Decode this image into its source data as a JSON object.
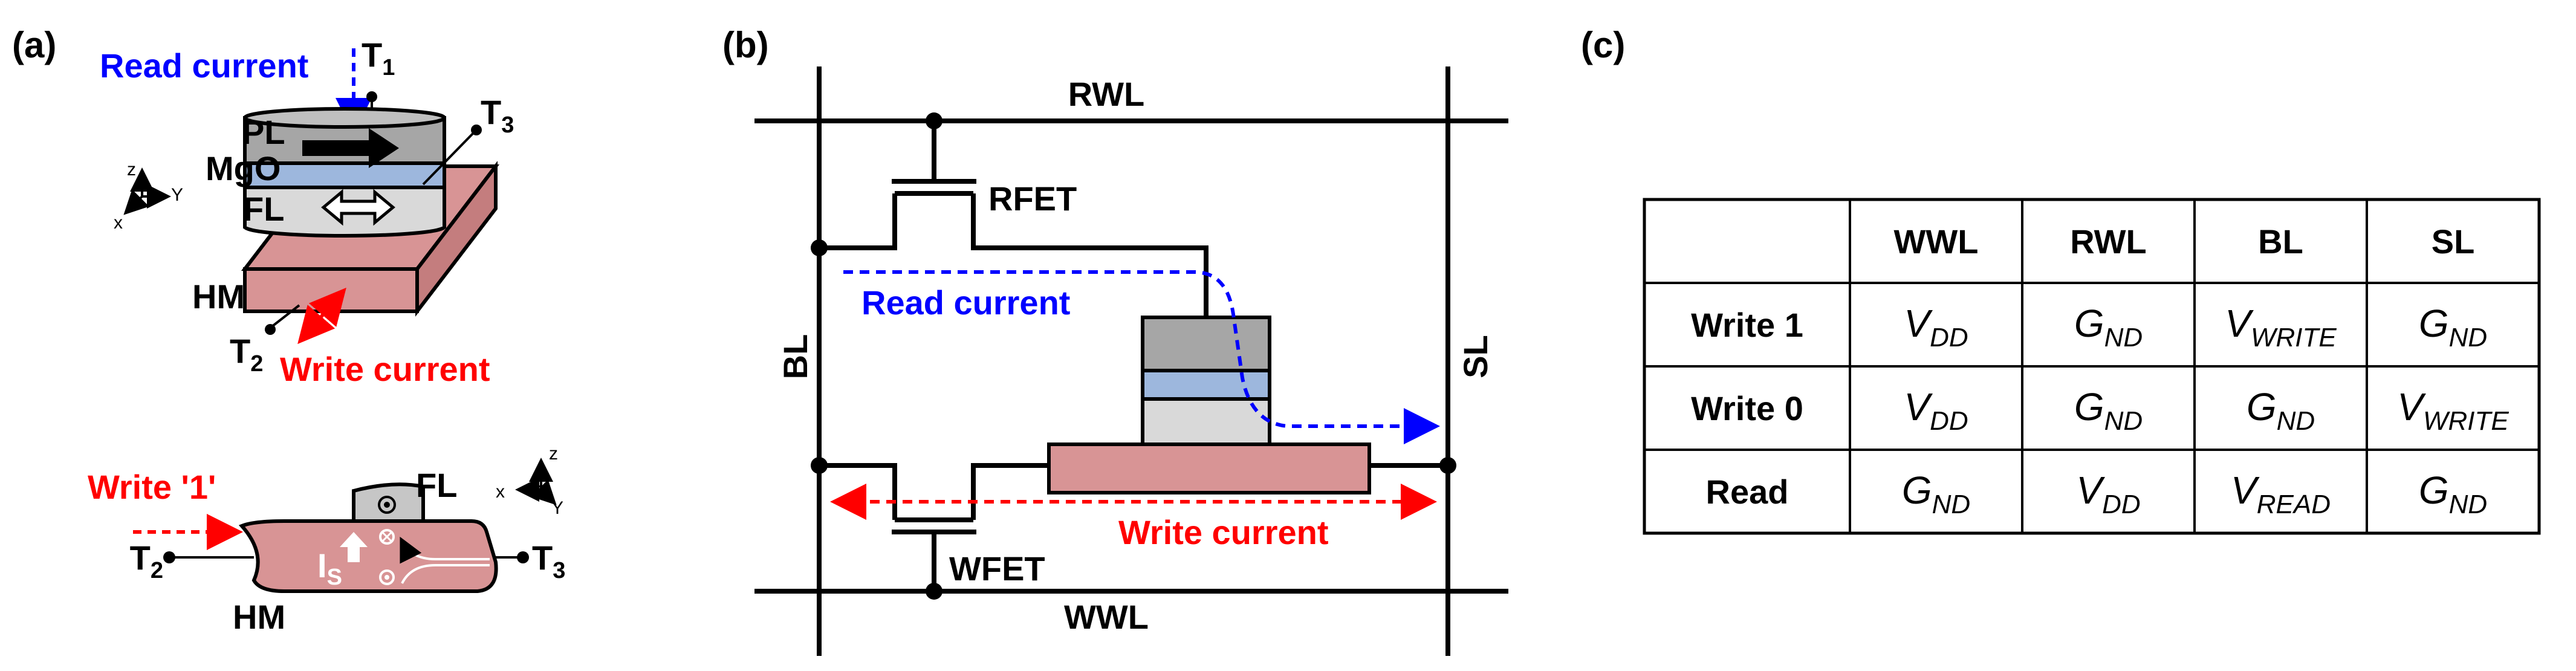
{
  "panel_a": {
    "label": "(a)",
    "read_current": "Read current",
    "write_current": "Write current",
    "t1_main": "T",
    "t1_sub": "1",
    "t2_main": "T",
    "t2_sub": "2",
    "t3_main": "T",
    "t3_sub": "3",
    "pl": "PL",
    "mgo": "MgO",
    "fl": "FL",
    "hm": "HM",
    "axis_z": "z",
    "axis_x": "x",
    "axis_y": "Y",
    "write_one": "Write '1'",
    "fl_bottom": "FL",
    "hm_bottom": "HM",
    "is_main": "I",
    "is_sub": "S",
    "colors": {
      "hm": "#d89495",
      "pl": "#a6a6a6",
      "mgo": "#9db7dd",
      "fl": "#d9d9d9"
    }
  },
  "panel_b": {
    "label": "(b)",
    "rwl": "RWL",
    "wwl": "WWL",
    "bl": "BL",
    "sl": "SL",
    "rfet": "RFET",
    "wfet": "WFET",
    "read_current": "Read current",
    "write_current": "Write current"
  },
  "panel_c": {
    "label": "(c)",
    "headers": [
      "",
      "WWL",
      "RWL",
      "BL",
      "SL"
    ],
    "rows": [
      {
        "name": "Write 1",
        "cells": [
          {
            "main": "V",
            "sub": "DD"
          },
          {
            "main": "G",
            "sub": "ND"
          },
          {
            "main": "V",
            "sub": "WRITE"
          },
          {
            "main": "G",
            "sub": "ND"
          }
        ]
      },
      {
        "name": "Write 0",
        "cells": [
          {
            "main": "V",
            "sub": "DD"
          },
          {
            "main": "G",
            "sub": "ND"
          },
          {
            "main": "G",
            "sub": "ND"
          },
          {
            "main": "V",
            "sub": "WRITE"
          }
        ]
      },
      {
        "name": "Read",
        "cells": [
          {
            "main": "G",
            "sub": "ND"
          },
          {
            "main": "V",
            "sub": "DD"
          },
          {
            "main": "V",
            "sub": "READ"
          },
          {
            "main": "G",
            "sub": "ND"
          }
        ]
      }
    ]
  }
}
